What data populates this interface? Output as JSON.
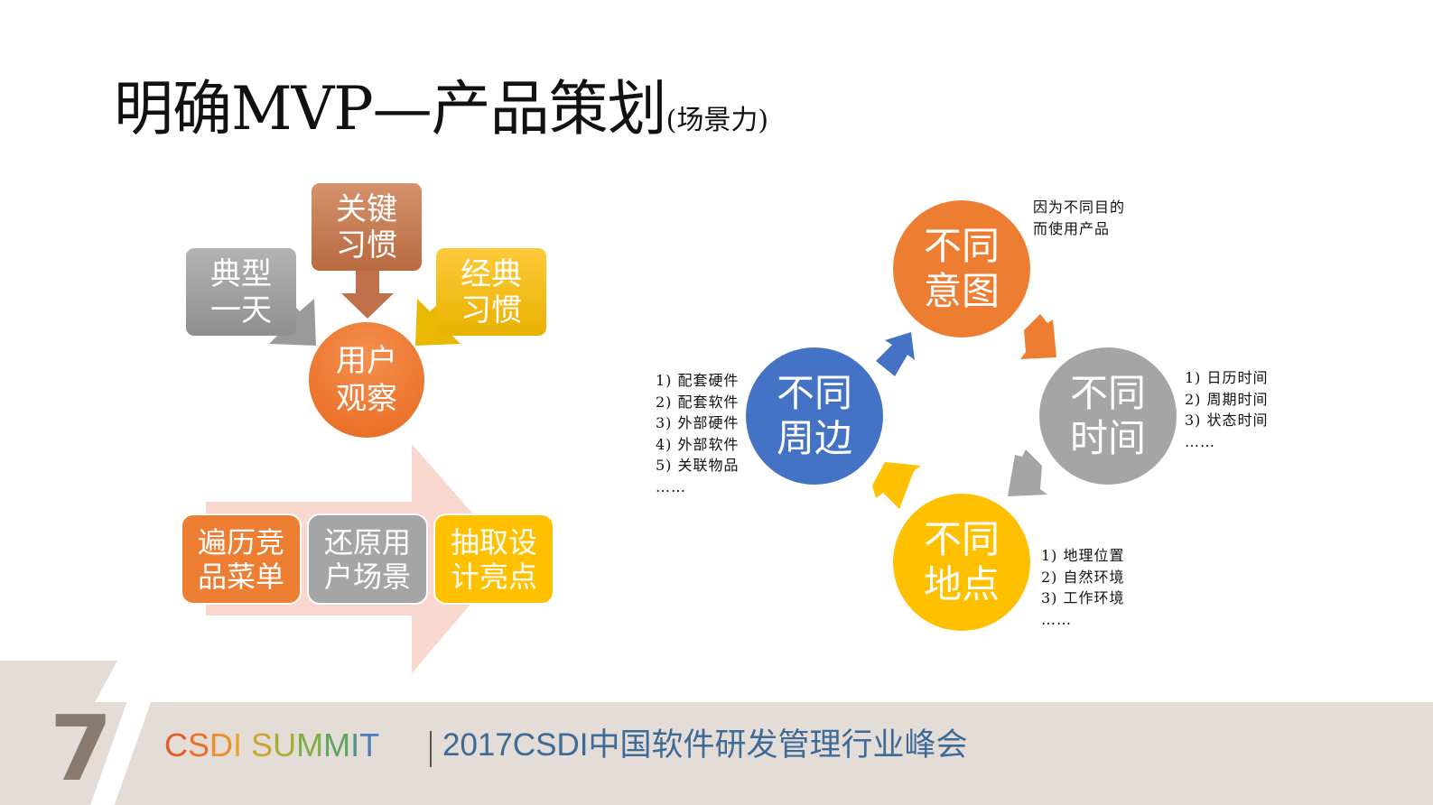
{
  "slide": {
    "title": "明确MVP—产品策划",
    "title_sub": "(场景力)"
  },
  "left_diagram": {
    "top_boxes": [
      {
        "label": "典型一天",
        "color": "#a6a6a6"
      },
      {
        "label": "关键习惯",
        "color": "#c97748"
      },
      {
        "label": "经典习惯",
        "color": "#f4be1d"
      }
    ],
    "center_circle": {
      "label": "用户观察",
      "color": "#ef7d31"
    },
    "process_arrow_color": "#f8d5cc",
    "process_steps": [
      {
        "label": "遍历竞品菜单",
        "color": "#ed7d31"
      },
      {
        "label": "还原用户场景",
        "color": "#a5a5a5"
      },
      {
        "label": "抽取设计亮点",
        "color": "#ffc000"
      }
    ]
  },
  "right_diagram": {
    "circles": [
      {
        "id": "intent",
        "label": "不同意图",
        "color": "#ed7d31"
      },
      {
        "id": "time",
        "label": "不同时间",
        "color": "#a5a5a5"
      },
      {
        "id": "place",
        "label": "不同地点",
        "color": "#ffc000"
      },
      {
        "id": "surround",
        "label": "不同周边",
        "color": "#4472c4"
      }
    ],
    "notes": {
      "intent": [
        "因为不同目的",
        "而使用产品"
      ],
      "time": [
        "1) 日历时间",
        "2) 周期时间",
        "3) 状态时间",
        "……"
      ],
      "place": [
        "1) 地理位置",
        "2) 自然环境",
        "3) 工作环境",
        "……"
      ],
      "surround": [
        "1) 配套硬件",
        "2) 配套软件",
        "3) 外部硬件",
        "4) 外部软件",
        "5) 关联物品",
        "……"
      ]
    }
  },
  "footer": {
    "logo_glyph": "7",
    "brand_letters": [
      {
        "ch": "C",
        "color": "#e25c2b"
      },
      {
        "ch": "S",
        "color": "#e8722a"
      },
      {
        "ch": "D",
        "color": "#eb8d2c"
      },
      {
        "ch": "I",
        "color": "#e9a22d"
      },
      {
        "ch": " ",
        "color": "#ffffff"
      },
      {
        "ch": "S",
        "color": "#c9a62f"
      },
      {
        "ch": "U",
        "color": "#a7ad35"
      },
      {
        "ch": "M",
        "color": "#7dae43"
      },
      {
        "ch": "M",
        "color": "#5fa560"
      },
      {
        "ch": "I",
        "color": "#57918a"
      },
      {
        "ch": "T",
        "color": "#4b7fb3"
      }
    ],
    "event_name": "2017CSDI中国软件研发管理行业峰会"
  }
}
